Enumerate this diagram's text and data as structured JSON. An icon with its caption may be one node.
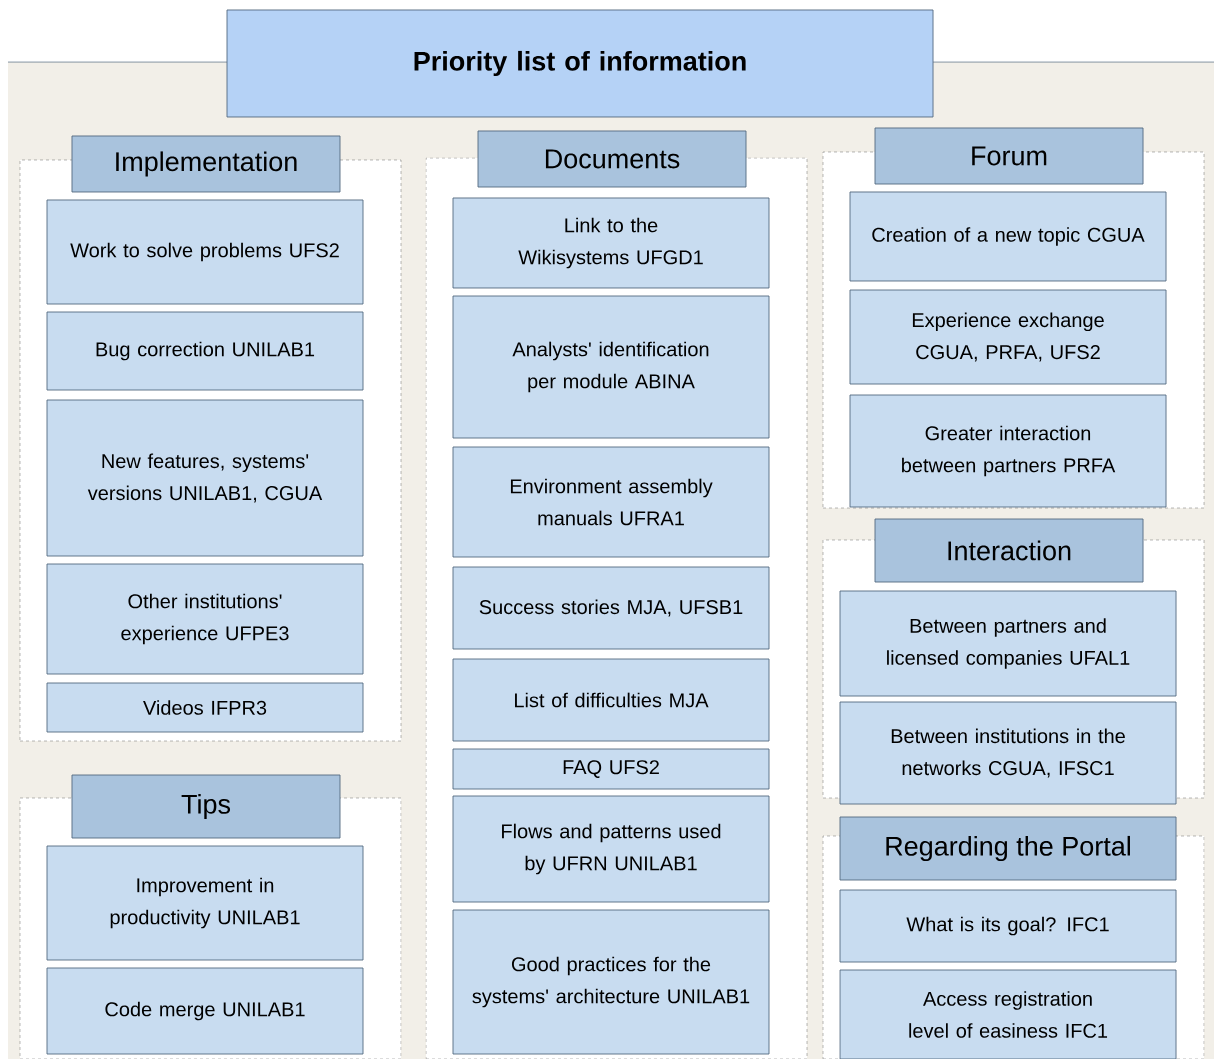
{
  "diagram": {
    "nodes": [
      {
        "text": [
          "Priority list of information"
        ]
      },
      {
        "text": [
          "Implementation"
        ]
      },
      {
        "text": [
          "Work to solve problems UFS2"
        ],
        "in": 1
      },
      {
        "text": [
          "Bug correction UNILAB1"
        ],
        "in": 1
      },
      {
        "text": [
          "New features, systems' versions UNILAB1, CGUA"
        ],
        "in": 1
      },
      {
        "text": [
          "Other institutions' experience UFPE3"
        ],
        "in": 1
      },
      {
        "text": [
          "Videos IFPR3"
        ],
        "in": 1
      },
      {
        "text": [
          "Tips"
        ]
      },
      {
        "text": [
          "Improvement in productivity UNILAB1"
        ],
        "in": 7
      },
      {
        "text": [
          "Code merge UNILAB1"
        ],
        "in": 7
      },
      {
        "text": [
          "Documents"
        ]
      },
      {
        "text": [
          "Link to the Wikisystems UFGD1"
        ],
        "in": 10
      },
      {
        "text": [
          "Analysts' identification per module ABINA"
        ],
        "in": 10
      },
      {
        "text": [
          "Environment assembly manuals UFRA1"
        ],
        "in": 10
      },
      {
        "text": [
          "Success stories MJA, UFSB1"
        ],
        "in": 10
      },
      {
        "text": [
          "List of difficulties MJA"
        ],
        "in": 10
      },
      {
        "text": [
          "FAQ UFS2"
        ],
        "in": 10
      },
      {
        "text": [
          "Flows and patterns used by UFRN UNILAB1"
        ],
        "in": 10
      },
      {
        "text": [
          "Good practices for the systems' architecture UNILAB1"
        ],
        "in": 10
      },
      {
        "text": [
          "Forum"
        ]
      },
      {
        "text": [
          "Creation of a new topic CGUA"
        ],
        "in": 19
      },
      {
        "text": [
          "Experience exchange CGUA, PRFA, UFS2"
        ],
        "in": 19
      },
      {
        "text": [
          "Greater interaction between partners PRFA"
        ],
        "in": 19
      },
      {
        "text": [
          "Interaction"
        ]
      },
      {
        "text": [
          "Between partners and licensed companies UFAL1"
        ],
        "in": 23
      },
      {
        "text": [
          "Between institutions in the networks CGUA, IFSC1"
        ],
        "in": 23
      },
      {
        "text": [
          "Regarding the Portal"
        ]
      },
      {
        "text": [
          "What is its goal? IFC1"
        ],
        "in": 26
      },
      {
        "text": [
          "Access registration level of easiness IFC1"
        ],
        "in": 26
      }
    ]
  }
}
